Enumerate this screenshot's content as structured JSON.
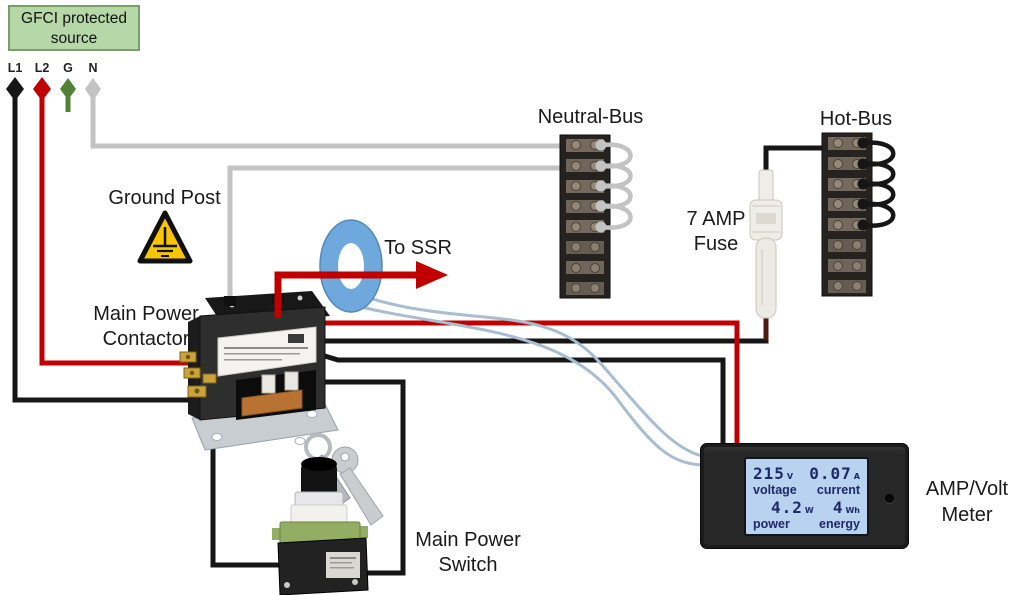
{
  "source_box": {
    "line1": "GFCI protected",
    "line2": "source"
  },
  "terminals": [
    {
      "id": "L1"
    },
    {
      "id": "L2"
    },
    {
      "id": "G"
    },
    {
      "id": "N"
    }
  ],
  "labels": {
    "ground_post": "Ground Post",
    "contactor_line1": "Main Power",
    "contactor_line2": "Contactor",
    "to_ssr": "To SSR",
    "neutral_bus": "Neutral-Bus",
    "hot_bus": "Hot-Bus",
    "fuse_line1": "7 AMP",
    "fuse_line2": "Fuse",
    "switch_line1": "Main Power",
    "switch_line2": "Switch",
    "meter_line1": "AMP/Volt",
    "meter_line2": "Meter"
  },
  "meter_display": {
    "voltage_value": "215",
    "voltage_unit": "V",
    "voltage_label": "voltage",
    "current_value": "0.07",
    "current_unit": "A",
    "current_label": "current",
    "power_value": "4.2",
    "power_unit": "W",
    "power_label": "power",
    "energy_value": "4",
    "energy_unit": "Wh",
    "energy_label": "energy"
  },
  "colors": {
    "wire-black": "#161616",
    "wire-red": "#c00000",
    "wire-green": "#538135",
    "wire-gray": "#c3c3c3",
    "wire-blue": "#a9bdd1",
    "source-box-bg": "#b6d7a8",
    "toroid-blue": "#6fa8dc",
    "warning-yellow": "#f7c600",
    "lcd-bg": "#b9d2f0",
    "lcd-text": "#1e2a66"
  }
}
